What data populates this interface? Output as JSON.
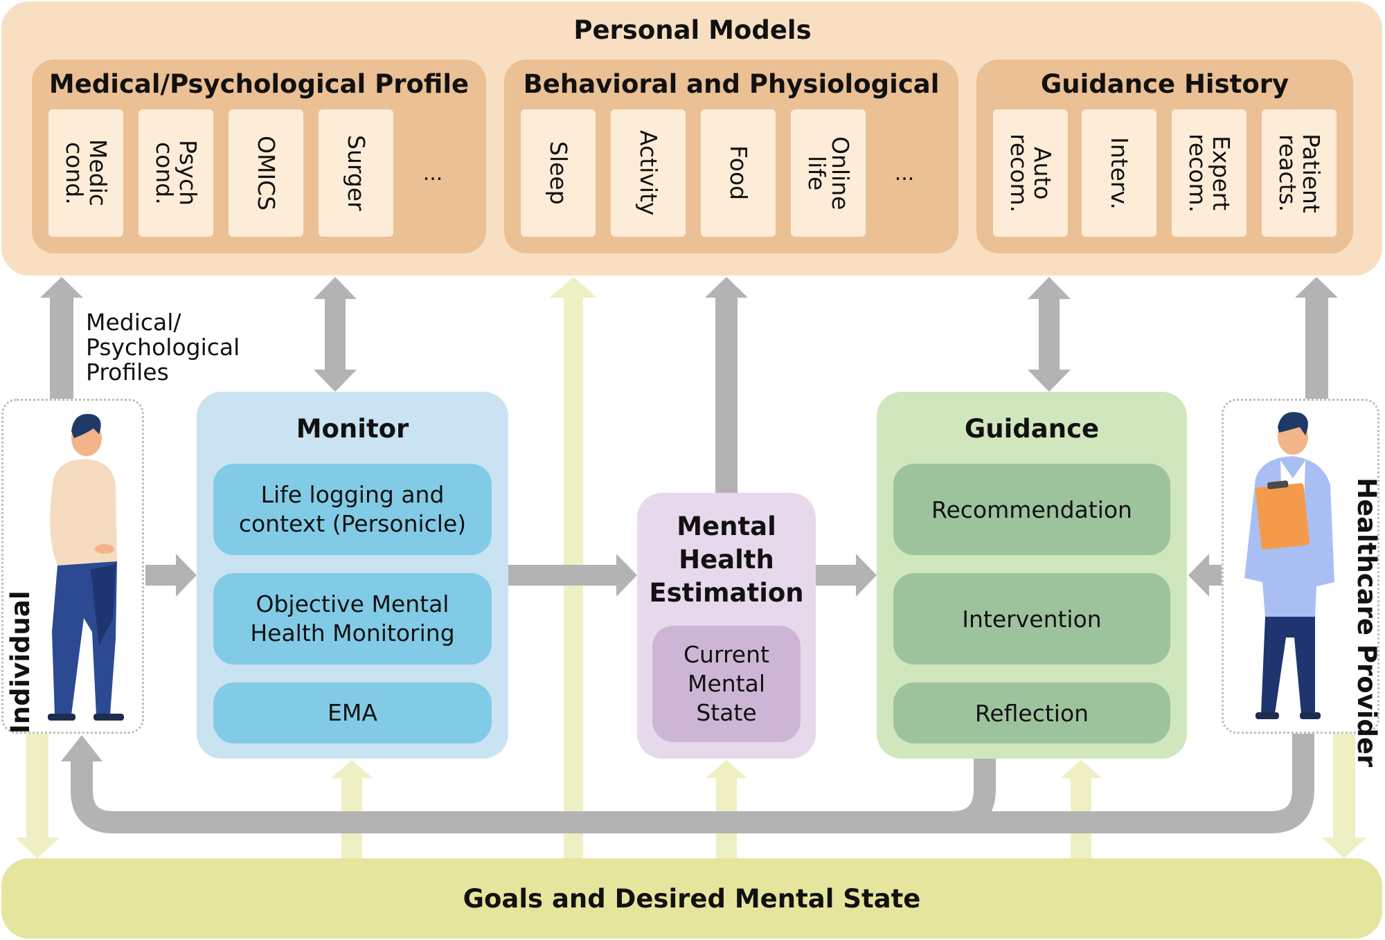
{
  "personal_models": {
    "title": "Personal Models",
    "medical_profile": {
      "title": "Medical/Psychological Profile",
      "items": [
        "Medic\ncond.",
        "Psych\ncond.",
        "OMICS",
        "Surger"
      ],
      "more": "..."
    },
    "behavioral": {
      "title": "Behavioral and Physiological",
      "items": [
        "Sleep",
        "Activity",
        "Food",
        "Online\nlife"
      ],
      "more": "..."
    },
    "guidance_history": {
      "title": "Guidance History",
      "items": [
        "Auto\nrecom.",
        "Interv.",
        "Expert\nrecom.",
        "Patient\nreacts."
      ]
    }
  },
  "profiles_label": "Medical/\nPsychological\nProfiles",
  "individual_label": "Individual",
  "provider_label": "Healthcare Provider",
  "monitor": {
    "title": "Monitor",
    "items": [
      "Life logging and\ncontext (Personicle)",
      "Objective Mental\nHealth Monitoring",
      "EMA"
    ]
  },
  "mhe": {
    "title": "Mental\nHealth\nEstimation",
    "inner": "Current\nMental\nState"
  },
  "guidance": {
    "title": "Guidance",
    "items": [
      "Recommendation",
      "Intervention",
      "Reflection"
    ]
  },
  "goals": "Goals and Desired Mental State",
  "colors": {
    "personal_models_bg": "#f8dfc2",
    "group_bg": "#ebc094",
    "card_bg": "#fdecd8",
    "monitor_bg": "#c9e3f2",
    "monitor_item": "#82cbe6",
    "mhe_bg": "#e7d9ec",
    "mhe_item": "#cdb6d5",
    "guidance_bg": "#d0e6bd",
    "guidance_item": "#9dc39c",
    "goals_bg": "#e6e59d",
    "arrow_gray": "#b3b3b3",
    "arrow_yellow": "#eef0c4"
  }
}
